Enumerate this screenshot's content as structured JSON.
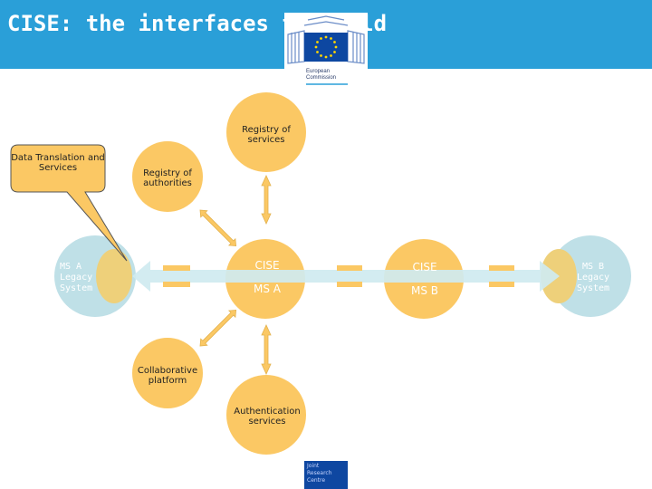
{
  "slide": {
    "title": "CISE: the interfaces to build"
  },
  "logos": {
    "ec": {
      "line1": "European",
      "line2": "Commission"
    },
    "jrc": {
      "line1": "Joint",
      "line2": "Research",
      "line3": "Centre"
    }
  },
  "callout": {
    "label": "Data Translation and Services"
  },
  "nodes": {
    "registry_services": "Registry of services",
    "registry_authorities": "Registry of authorities",
    "cise_node_a": {
      "line1": "CISE",
      "line2": "MS A"
    },
    "cise_node_b": {
      "line1": "CISE",
      "line2": "MS B"
    },
    "collaborative_platform": "Collaborative platform",
    "authentication_services": "Authentication services",
    "legacy_a": {
      "line1": "MS A",
      "line2": "Legacy",
      "line3": "System"
    },
    "legacy_b": {
      "line1": "MS B",
      "line2": "Legacy",
      "line3": "System"
    }
  },
  "colors": {
    "header": "#2a9fd8",
    "node": "#fbc864",
    "legacy": "#bfe0e7",
    "overlap": "#eed07a",
    "bus": "#cfeaf0",
    "arrow": "#fbc864"
  }
}
